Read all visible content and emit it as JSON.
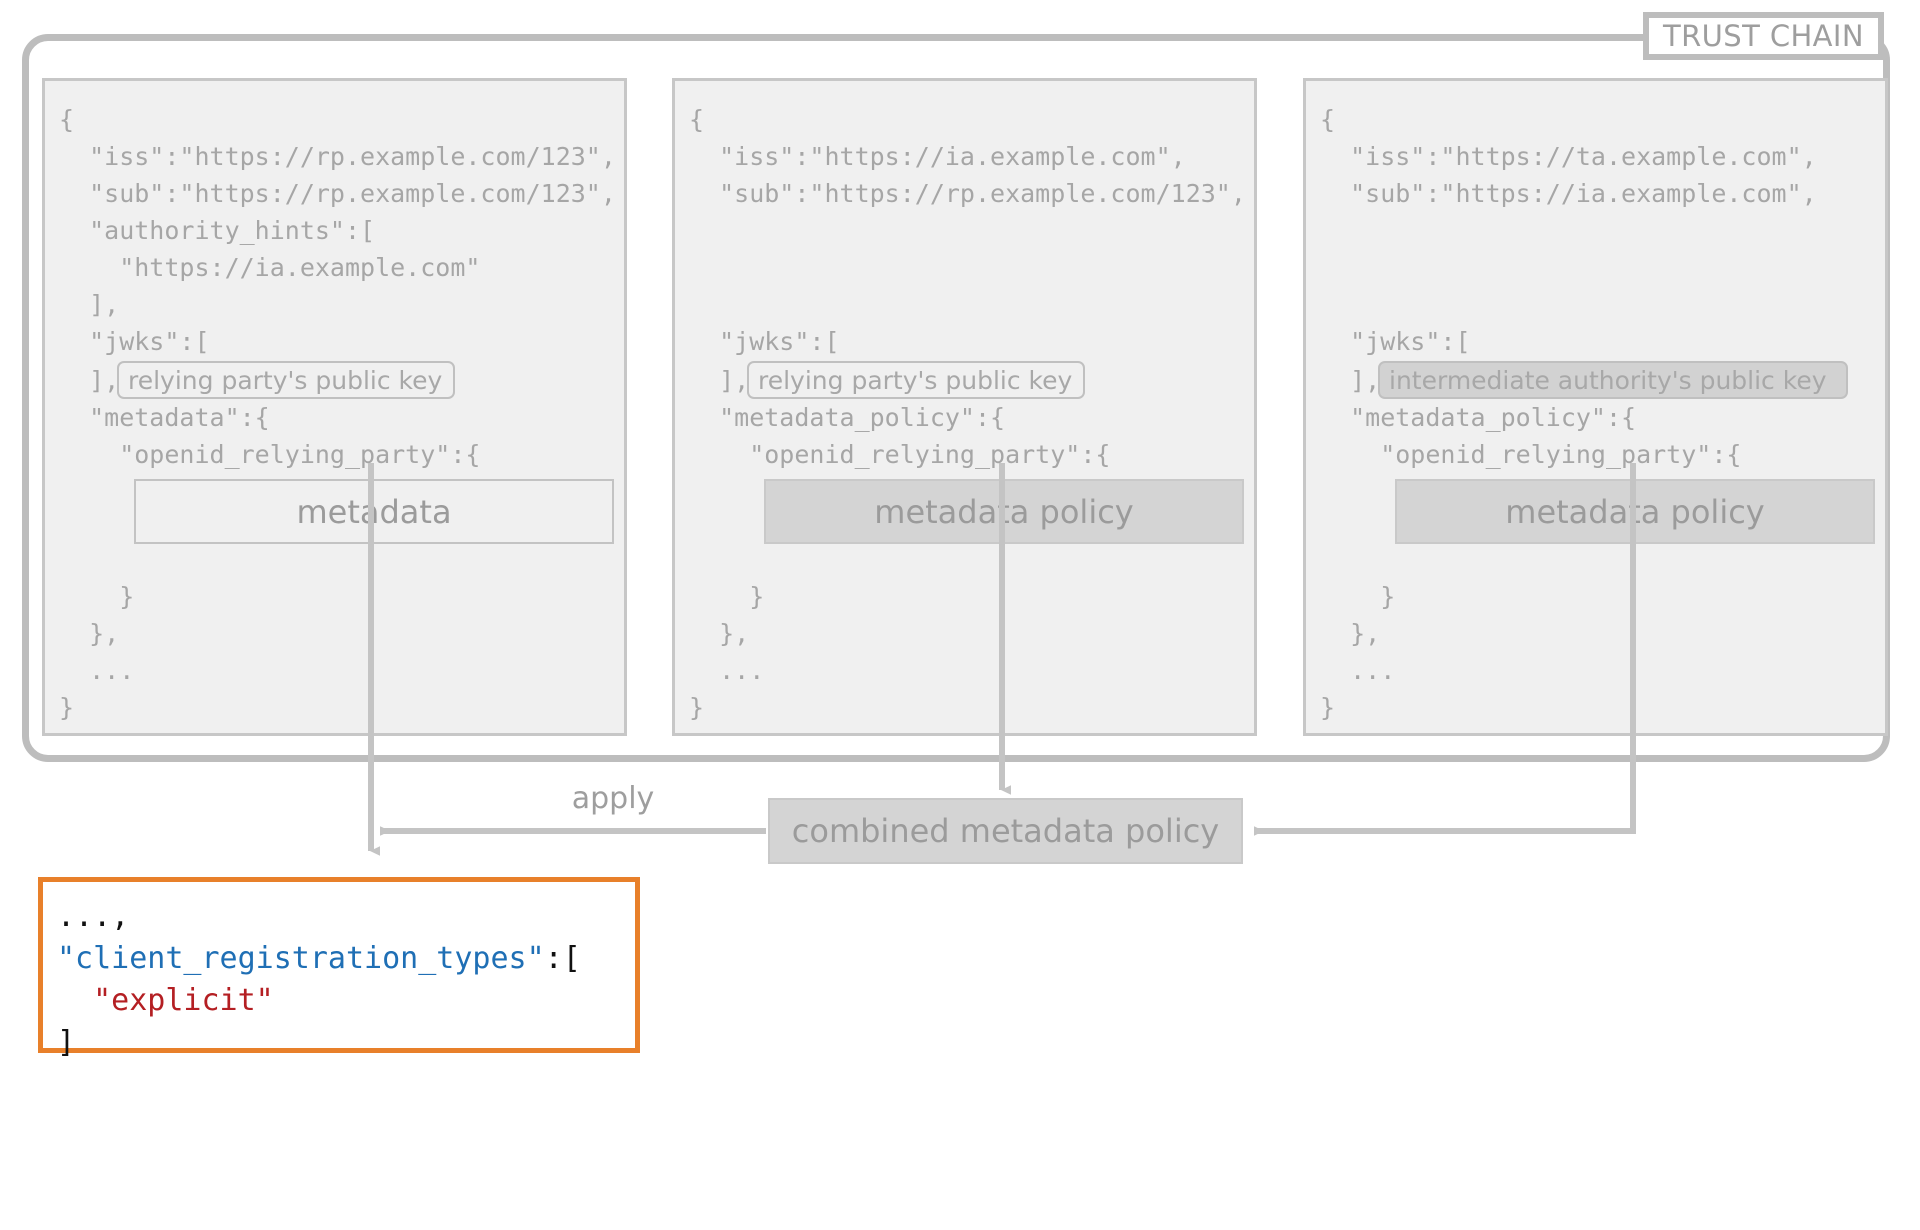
{
  "diagram": {
    "title": "TRUST CHAIN",
    "colors": {
      "frame": "#bdbdbd",
      "panel_bg": "#f0f0f0",
      "panel_border": "#c7c7c7",
      "text_gray": "#a6a6a6",
      "box_fill": "#d4d4d4",
      "accent_orange": "#e8802a",
      "json_key_blue": "#1f6fb5",
      "json_string_red": "#b41f23",
      "wire": "#c4c4c4"
    }
  },
  "panels": [
    {
      "id": "relying-party-entity-statement",
      "lines_top": "{\n  \"iss\":\"https://rp.example.com/123\",\n  \"sub\":\"https://rp.example.com/123\",\n  \"authority_hints\":[\n    \"https://ia.example.com\"\n  ],\n  \"jwks\":[",
      "key_pill": "relying party's public key",
      "key_pill_filled": false,
      "lines_mid": "  ],\n  \"metadata\":{\n    \"openid_relying_party\":{",
      "md_box_label": "metadata",
      "md_box_filled": false,
      "lines_bottom": "    }\n  },\n  ...\n}"
    },
    {
      "id": "intermediate-authority-entity-statement",
      "lines_top": "{\n  \"iss\":\"https://ia.example.com\",\n  \"sub\":\"https://rp.example.com/123\",\n\n\n\n  \"jwks\":[",
      "key_pill": "relying party's public key",
      "key_pill_filled": false,
      "lines_mid": "  ],\n  \"metadata_policy\":{\n    \"openid_relying_party\":{",
      "md_box_label": "metadata policy",
      "md_box_filled": true,
      "lines_bottom": "    }\n  },\n  ...\n}"
    },
    {
      "id": "trust-anchor-entity-statement",
      "lines_top": "{\n  \"iss\":\"https://ta.example.com\",\n  \"sub\":\"https://ia.example.com\",\n\n\n\n  \"jwks\":[",
      "key_pill": "intermediate authority's public key",
      "key_pill_filled": true,
      "lines_mid": "  ],\n  \"metadata_policy\":{\n    \"openid_relying_party\":{",
      "md_box_label": "metadata policy",
      "md_box_filled": true,
      "lines_bottom": "    }\n  },\n  ...\n}"
    }
  ],
  "combined_box": {
    "label": "combined metadata policy"
  },
  "apply_label": "apply",
  "result": {
    "line1": "...,",
    "line2_key": "\"client_registration_types\"",
    "line2_tail": ":[",
    "line3_value": "\"explicit\"",
    "line4": "]"
  }
}
